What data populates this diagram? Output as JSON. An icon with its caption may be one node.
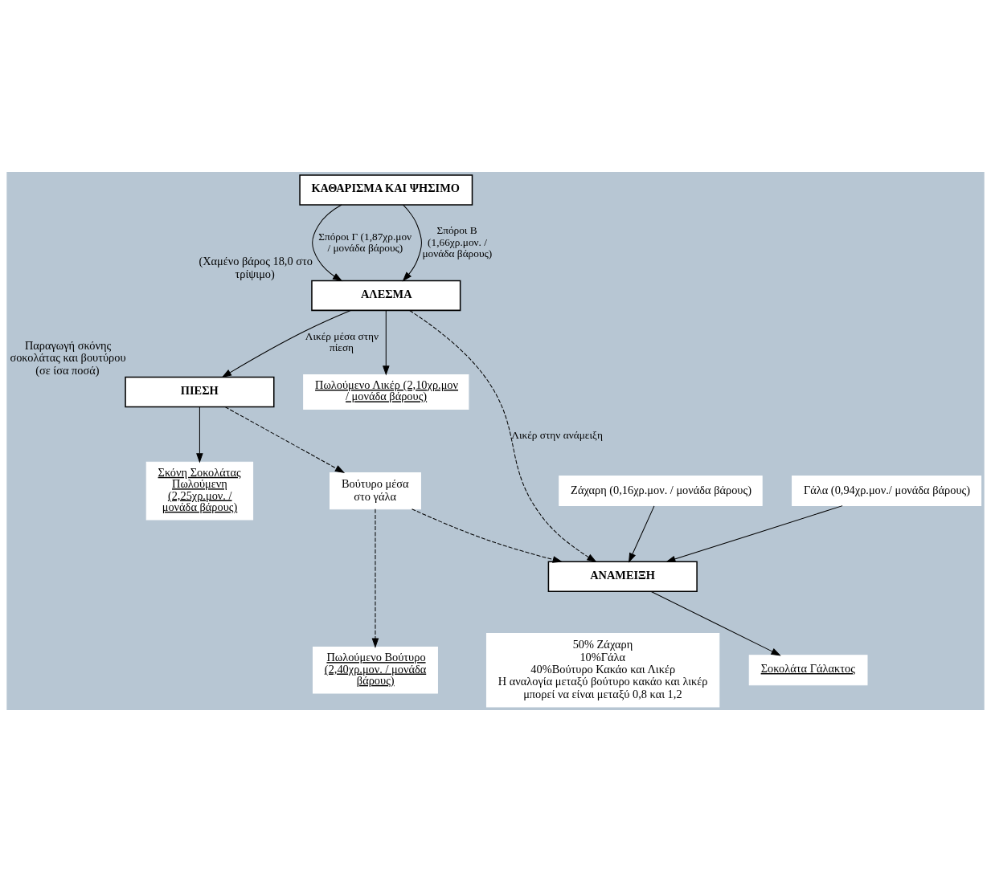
{
  "diagram": {
    "nodes": [
      {
        "text": [
          "ΚΑΘΑΡΙΣΜΑ ΚΑΙ ΨΗΣΙΜΟ"
        ]
      },
      {
        "text": [
          "ΑΛΕΣΜΑ"
        ],
        "beside": [
          "(Χαμένο βάρος 18,0 στο τρίψιμο)"
        ]
      },
      {
        "text": [
          "ΠΙΕΣΗ"
        ],
        "beside": [
          "Παραγωγή σκόνης σοκολάτας και βουτύρου (σε ίσα ποσά)"
        ]
      },
      {
        "text": [
          "Βούτυρο μέσα στο γάλα"
        ]
      },
      {
        "text": [
          "Πωλούμενο Λικέρ (2,10χρ.μον / μονάδα βάρους)"
        ]
      },
      {
        "text": [
          "Σκόνη Σοκολάτας Πωλούμενη (2,25χρ.μον. / μονάδα βάρους)"
        ]
      },
      {
        "text": [
          "ΑΝΑΜΕΙΞΗ"
        ]
      },
      {
        "text": [
          "Ζάχαρη (0,16χρ.μον. / μονάδα βάρους)"
        ]
      },
      {
        "text": [
          "Γάλα (0,94χρ.μον./ μονάδα βάρους)"
        ]
      },
      {
        "text": [
          "Πωλούμενο Βούτυρο (2,40χρ.μον. / μονάδα βάρους)"
        ]
      },
      {
        "text": [
          "Σοκολάτα Γάλακτος"
        ]
      },
      {
        "text": [
          "50% Ζάχαρη",
          "10%Γάλα",
          "40%Βούτυρο Κακάο και Λικέρ",
          "Η αναλογία μεταξύ βούτυρο κακάο και λικέρ μπορεί να είναι μεταξύ 0,8 και 1,2"
        ]
      }
    ],
    "edges": [
      {
        "from": 0,
        "to": 1,
        "arrow": "to",
        "label": "Σπόροι Γ (1,87χρ.μον / μονάδα βάρους)"
      },
      {
        "from": 0,
        "to": 1,
        "arrow": "to",
        "label": "Σπόροι Β (1,66χρ.μον. / μονάδα βάρους)"
      },
      {
        "from": 1,
        "to": 2,
        "arrow": "to",
        "label": "Λικέρ μέσα στην πίεση"
      },
      {
        "from": 1,
        "to": 6,
        "arrow": "to",
        "style": "dashed",
        "label": "Λικέρ στην ανάμειξη"
      },
      {
        "from": 1,
        "to": 4,
        "arrow": "to"
      },
      {
        "from": 2,
        "to": 3,
        "arrow": "to",
        "style": "dashed"
      },
      {
        "from": 2,
        "to": 5,
        "arrow": "to"
      },
      {
        "from": 3,
        "to": 6,
        "arrow": "to",
        "style": "dashed"
      },
      {
        "from": 3,
        "to": 9,
        "arrow": "to",
        "style": "dashed"
      },
      {
        "from": 7,
        "to": 6,
        "arrow": "to"
      },
      {
        "from": 8,
        "to": 6,
        "arrow": "to"
      },
      {
        "from": 6,
        "to": 10,
        "arrow": "to"
      }
    ]
  }
}
